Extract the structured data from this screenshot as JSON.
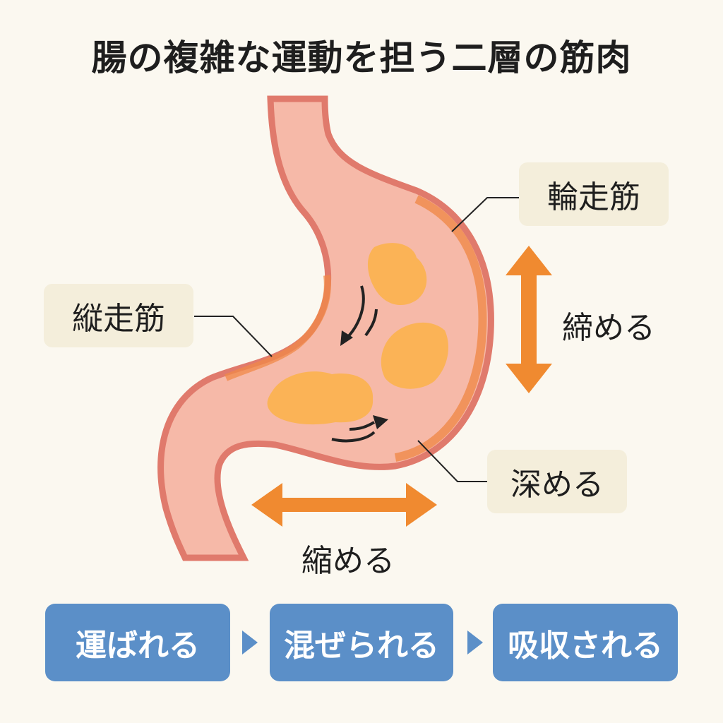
{
  "title": "腸の複雑な運動を担う二層の筋肉",
  "labels": {
    "circular_muscle": "輪走筋",
    "longitudinal_muscle": "縦走筋",
    "tighten": "締める",
    "deepen": "深める",
    "contract": "縮める"
  },
  "steps": [
    "運ばれる",
    "混ぜられる",
    "吸収される"
  ],
  "icons": {
    "arrow": "arrow-double-icon",
    "step_separator": "triangle-right-icon"
  },
  "colors": {
    "background": "#fbf8f0",
    "accent_orange": "#f08a30",
    "step_blue": "#5b8fc8",
    "label_bg": "#f4eedb",
    "stomach": "#f6b9a8",
    "outline": "#e07a6c",
    "food": "#fbb356"
  }
}
